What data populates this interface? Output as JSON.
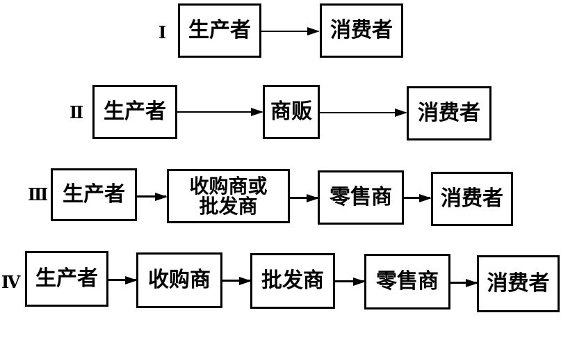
{
  "diagram": {
    "rows": [
      {
        "label": "Ⅰ",
        "nodes": [
          "生产者",
          "消费者"
        ]
      },
      {
        "label": "Ⅱ",
        "nodes": [
          "生产者",
          "商贩",
          "消费者"
        ]
      },
      {
        "label": "Ⅲ",
        "nodes": [
          "生产者",
          "收购商或\n批发商",
          "零售商",
          "消费者"
        ]
      },
      {
        "label": "Ⅳ",
        "nodes": [
          "生产者",
          "收购商",
          "批发商",
          "零售商",
          "消费者"
        ]
      }
    ]
  }
}
